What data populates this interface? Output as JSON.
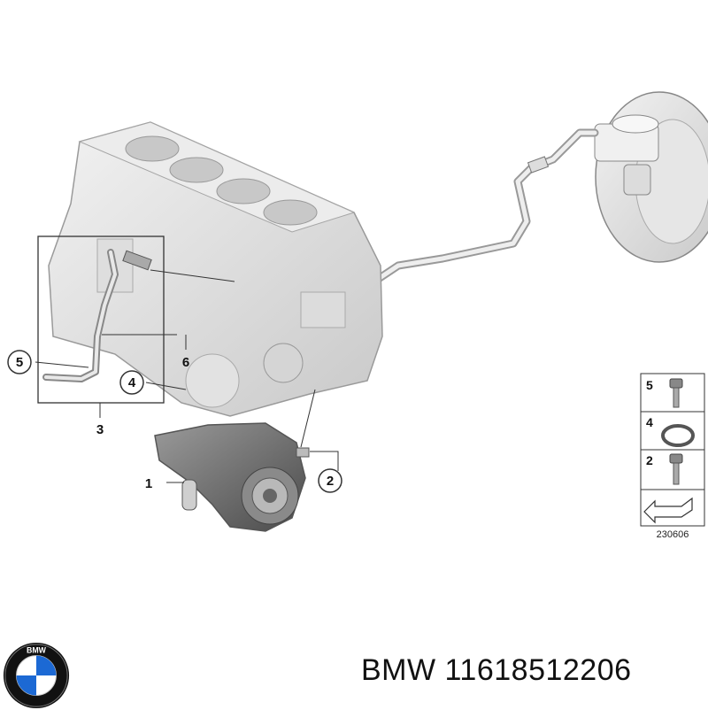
{
  "diagram": {
    "callouts": [
      "1",
      "2",
      "3",
      "4",
      "5",
      "6"
    ],
    "legend": [
      "5",
      "4",
      "2"
    ],
    "reference_number": "230606"
  },
  "logo": {
    "letters": "BMW",
    "colors": {
      "blue": "#1c69d4",
      "ring": "#111111",
      "white": "#ffffff"
    }
  },
  "caption": {
    "brand": "BMW",
    "part_number": "11618512206"
  }
}
